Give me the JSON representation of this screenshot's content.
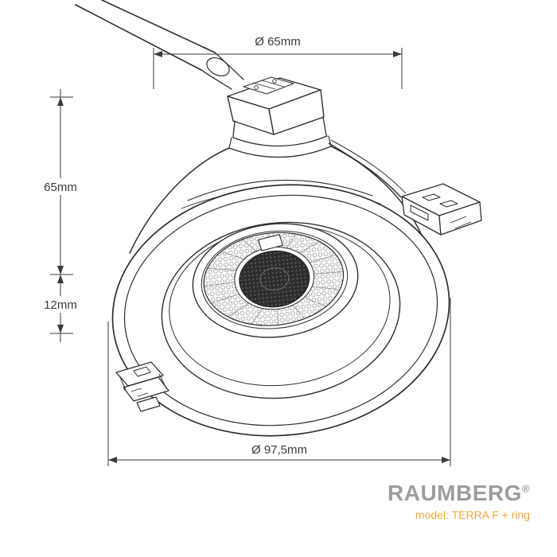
{
  "dimensions": {
    "top_diameter": "Ø 65mm",
    "body_height": "65mm",
    "ring_height": "12mm",
    "overall_diameter": "Ø 97,5mm"
  },
  "branding": {
    "name": "RAUMBERG",
    "registered": "®",
    "model": "model: TERRA F + ring",
    "brand_color": "#9d9d9d",
    "accent_color": "#f2a540"
  },
  "drawing_colors": {
    "line": "#2f2f2f",
    "dimension_line": "#3a3a3a",
    "mesh_dark": "#2d2d2d",
    "background": "#ffffff"
  }
}
